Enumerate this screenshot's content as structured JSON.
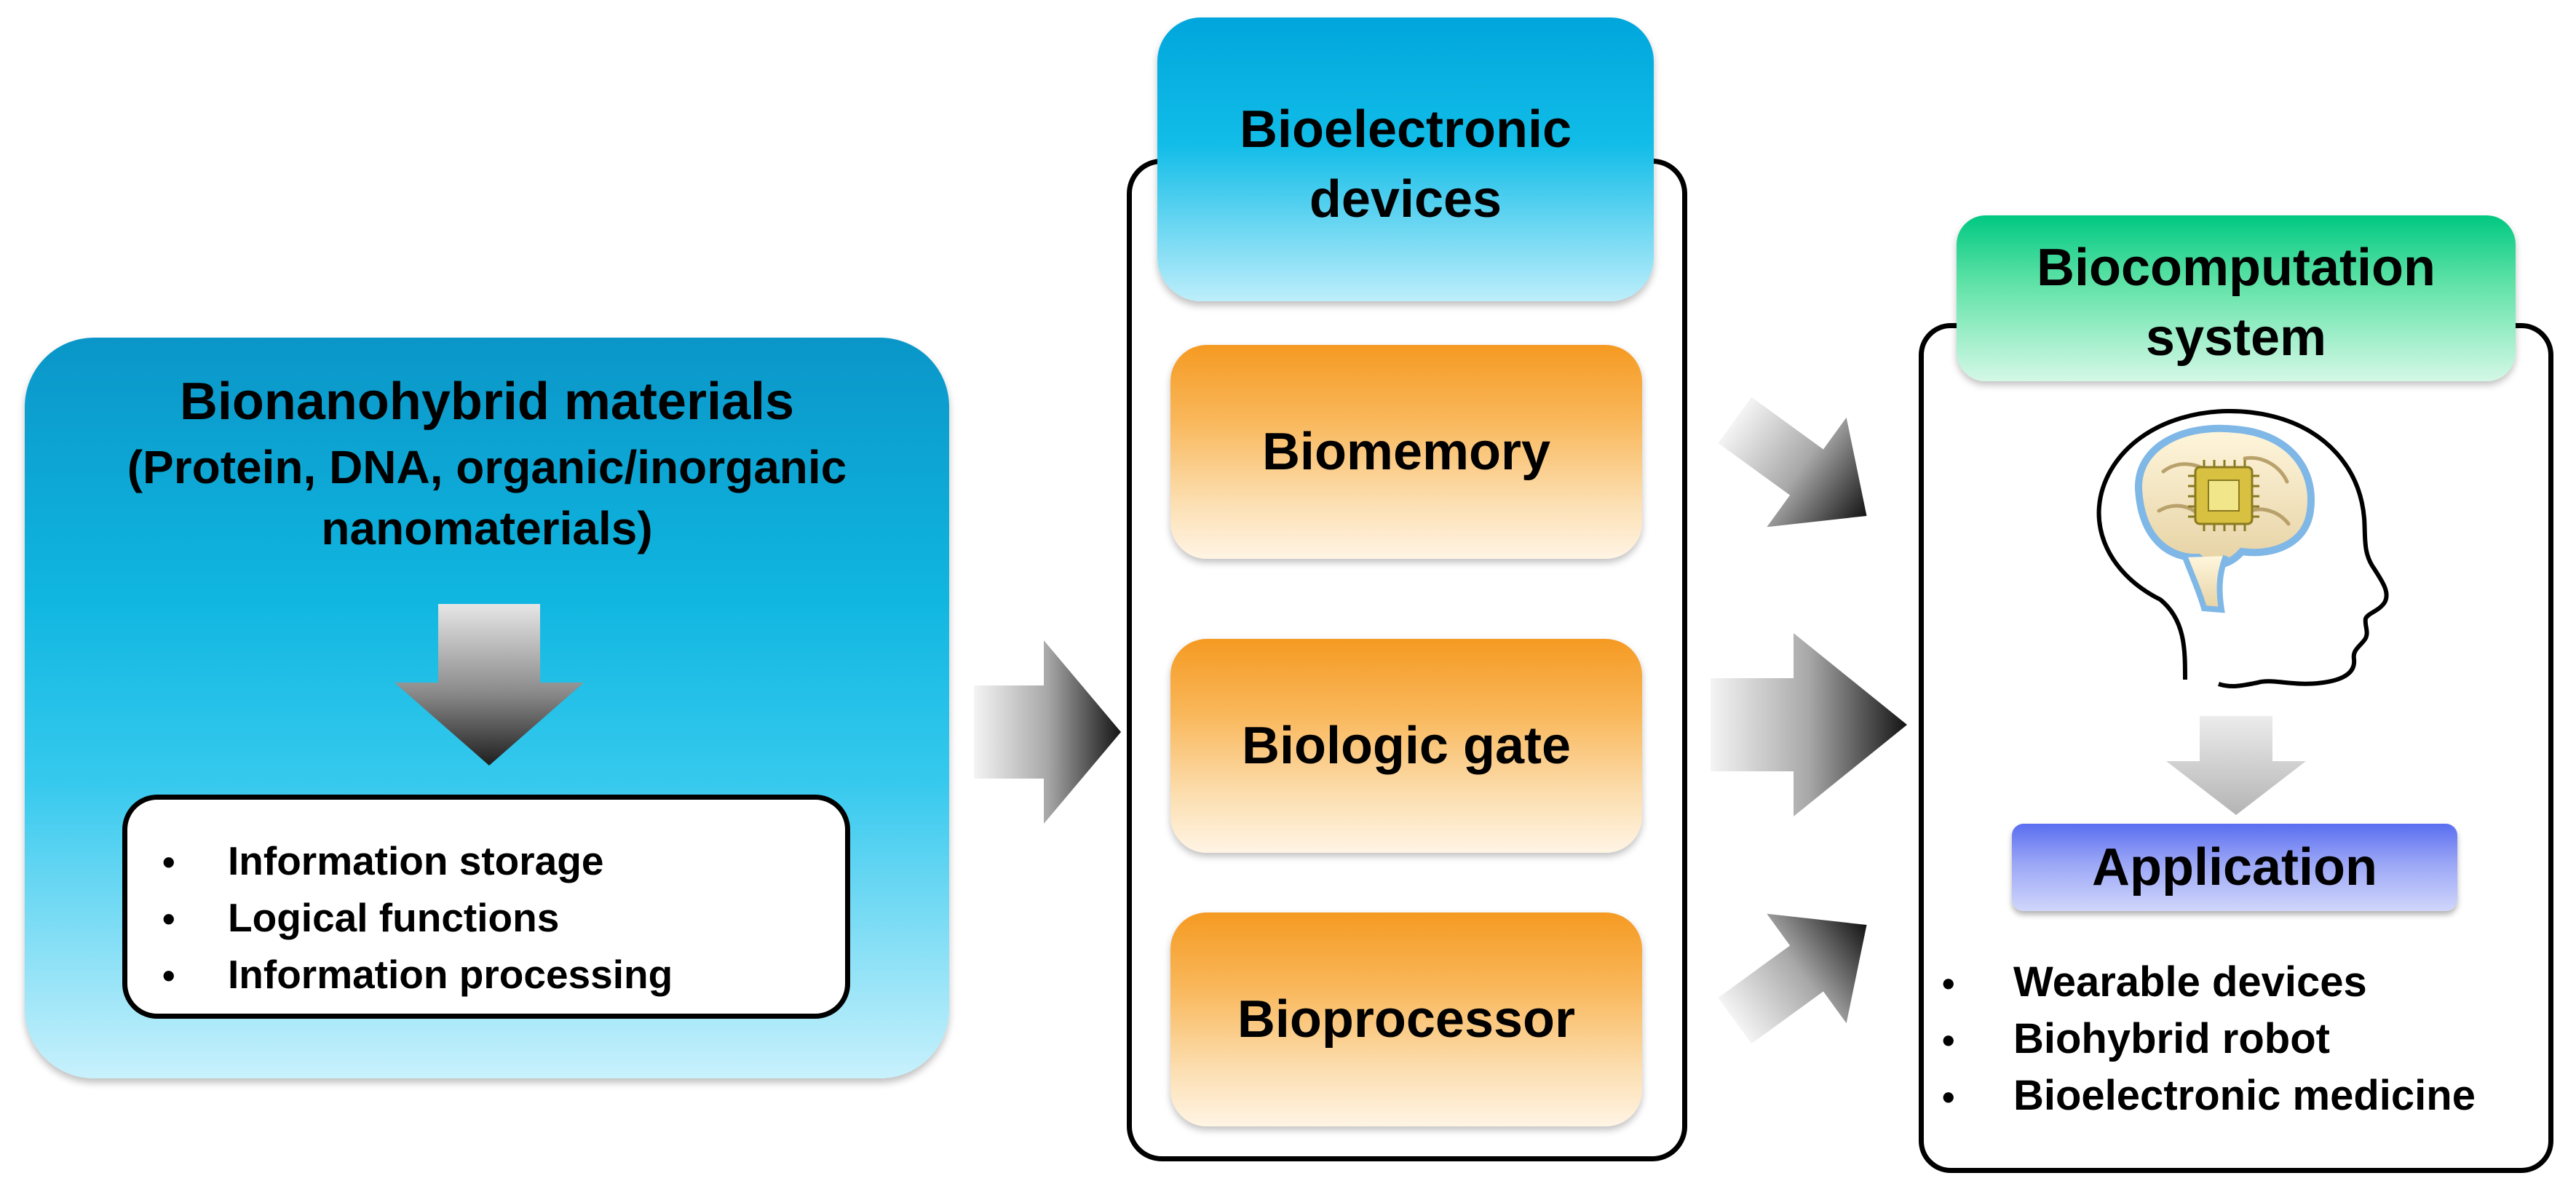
{
  "left": {
    "title": "Bionanohybrid materials",
    "subtitle_line1": "(Protein, DNA, organic/inorganic",
    "subtitle_line2": "nanomaterials)",
    "items": [
      "Information storage",
      "Logical functions",
      "Information processing"
    ]
  },
  "middle": {
    "header_line1": "Bioelectronic",
    "header_line2": "devices",
    "boxes": [
      "Biomemory",
      "Biologic gate",
      "Bioprocessor"
    ]
  },
  "right": {
    "header_line1": "Biocomputation",
    "header_line2": "system",
    "application_label": "Application",
    "items": [
      "Wearable devices",
      "Biohybrid robot",
      "Bioelectronic medicine"
    ]
  },
  "bullet": "•",
  "colors": {
    "left_panel": "#10b6e0",
    "middle_header": "#12bde8",
    "device_box": "#f59a22",
    "right_header": "#00c882",
    "application": "#5a6ef0"
  },
  "icons": [
    "down-arrow-icon",
    "right-arrow-icon",
    "diagonal-arrow-icon",
    "brain-head-icon",
    "chip-icon"
  ]
}
